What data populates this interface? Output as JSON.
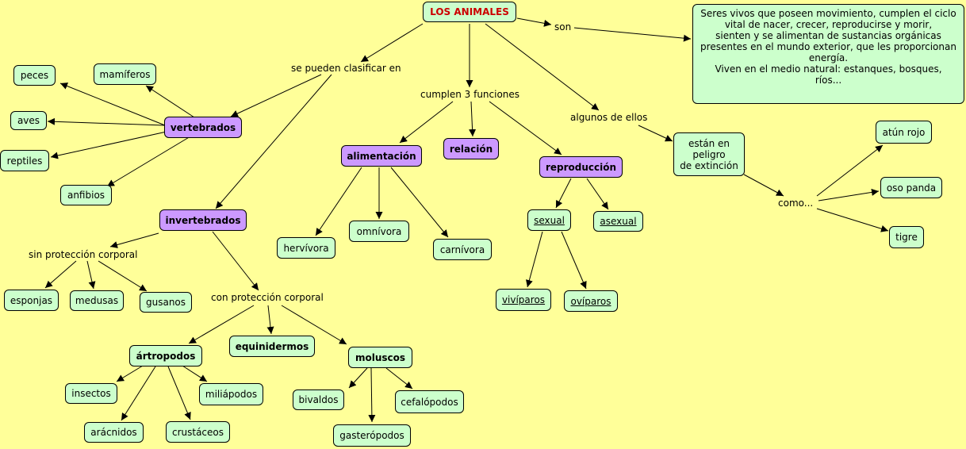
{
  "title": "LOS ANIMALES",
  "definition": {
    "lines": [
      "Seres vivos que poseen movimiento, cumplen el ciclo",
      "vital de nacer, crecer, reproducirse y morir,",
      "sienten y se alimentan de sustancias orgánicas",
      "presentes en el mundo exterior, que les proporcionan",
      "energía.",
      "Viven en el medio natural: estanques, bosques,",
      "ríos..."
    ]
  },
  "links": {
    "son": "son",
    "clasificar": "se pueden clasificar en",
    "funciones": "cumplen 3 funciones",
    "algunos": "algunos de ellos",
    "sin_proteccion": "sin protección corporal",
    "con_proteccion": "con protección corporal",
    "como": "como..."
  },
  "vertebrados": {
    "label": "vertebrados",
    "items": [
      "peces",
      "mamíferos",
      "aves",
      "reptiles",
      "anfibios"
    ]
  },
  "invertebrados": {
    "label": "invertebrados",
    "sin": [
      "esponjas",
      "medusas",
      "gusanos"
    ],
    "con": {
      "artropodos": {
        "label": "ártropodos",
        "items": [
          "insectos",
          "miliápodos",
          "arácnidos",
          "crustáceos"
        ]
      },
      "equinidermos": "equinidermos",
      "moluscos": {
        "label": "moluscos",
        "items": [
          "bivaldos",
          "cefalópodos",
          "gasterópodos"
        ]
      }
    }
  },
  "funciones": {
    "alimentacion": {
      "label": "alimentación",
      "items": [
        "hervívora",
        "omnívora",
        "carnívora"
      ]
    },
    "relacion": "relación",
    "reproduccion": {
      "label": "reproducción",
      "sexual": "sexual",
      "asexual": "asexual",
      "sexual_items": [
        "vivíparos",
        "ovíparos"
      ]
    }
  },
  "extincion": {
    "lines": [
      "están en",
      "peligro",
      "de extinción"
    ],
    "examples": [
      "atún rojo",
      "oso panda",
      "tigre"
    ]
  },
  "colors": {
    "background": "#ffff99",
    "leaf": "#ccffcc",
    "category": "#cc99ff",
    "title_text": "#cc0000"
  }
}
